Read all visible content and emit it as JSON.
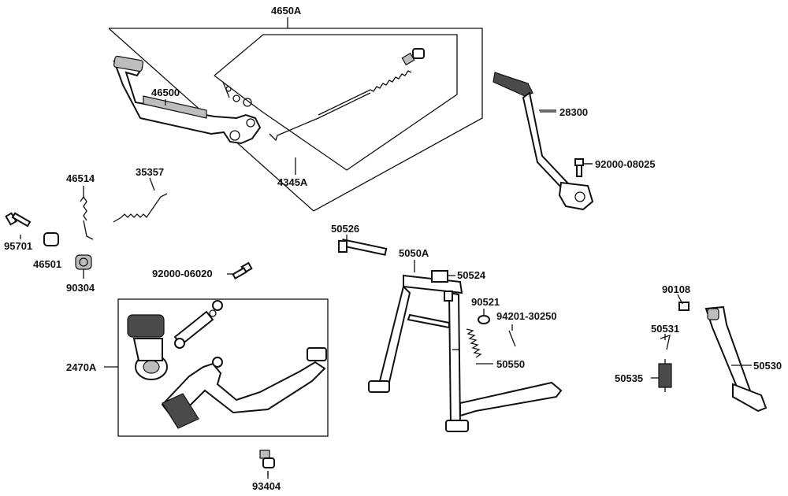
{
  "diagram": {
    "labels": {
      "p4650A": "4650A",
      "p46500": "46500",
      "p4345A": "4345A",
      "p28300": "28300",
      "p92000_08025": "92000-08025",
      "p46514": "46514",
      "p35357": "35357",
      "p95701": "95701",
      "p46501": "46501",
      "p90304": "90304",
      "p92000_06020": "92000-06020",
      "p50526": "50526",
      "p5050A": "5050A",
      "p50524": "50524",
      "p90521": "90521",
      "p94201_30250": "94201-30250",
      "p50550": "50550",
      "p2470A": "2470A",
      "p93404": "93404",
      "p90108": "90108",
      "p50531": "50531",
      "p50535": "50535",
      "p50530": "50530"
    }
  }
}
